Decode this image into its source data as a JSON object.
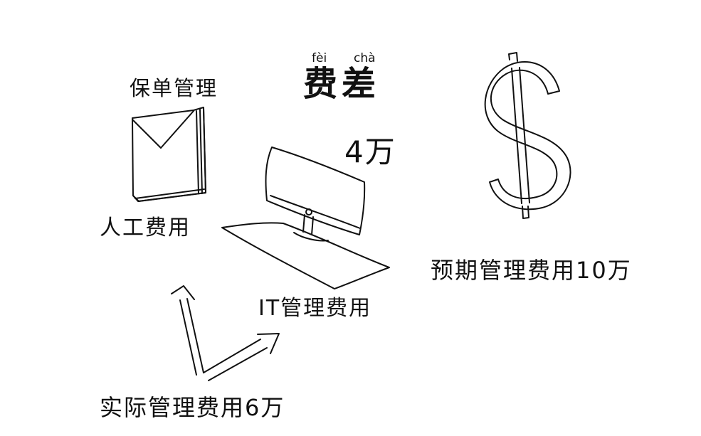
{
  "colors": {
    "ink": "#111111",
    "paper": "#ffffff"
  },
  "title": {
    "pinyin_1": "fèi",
    "pinyin_2": "chà",
    "text": "费差"
  },
  "labels": {
    "policy_management": "保单管理",
    "difference_amount": "4万",
    "labor_cost": "人工费用",
    "it_management_cost": "IT管理费用",
    "expected_management_cost": "预期管理费用10万",
    "actual_management_cost": "实际管理费用6万"
  },
  "icons": {
    "documents": "document-stack-icon",
    "computer": "computer-monitor-icon",
    "money": "dollar-sign-icon",
    "arrows": "arrow-icon"
  }
}
